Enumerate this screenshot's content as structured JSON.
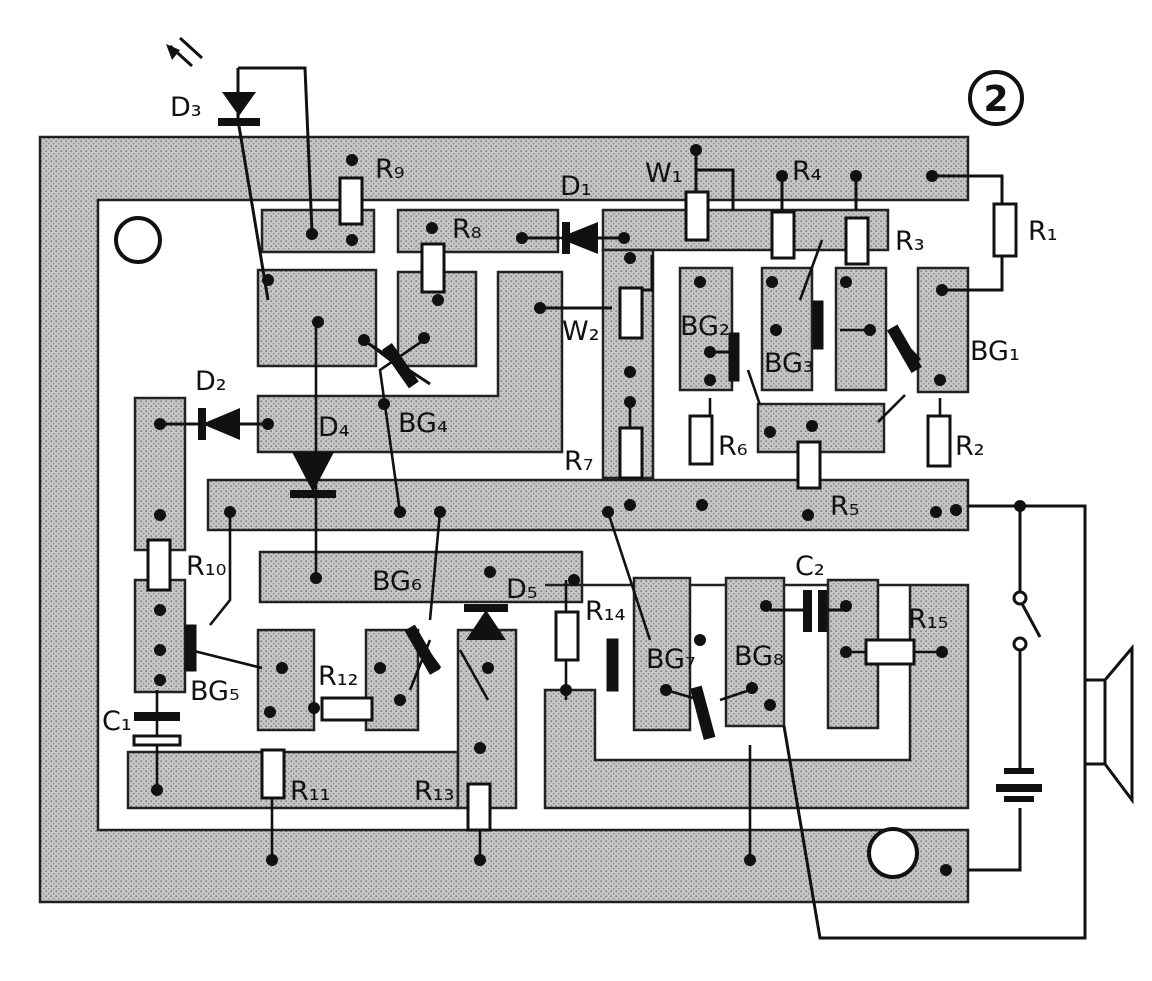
{
  "figure": {
    "number": "2"
  },
  "labels": {
    "D1": "D₁",
    "D2": "D₂",
    "D3": "D₃",
    "D4": "D₄",
    "D5": "D₅",
    "W1": "W₁",
    "W2": "W₂",
    "R1": "R₁",
    "R2": "R₂",
    "R3": "R₃",
    "R4": "R₄",
    "R5": "R₅",
    "R6": "R₆",
    "R7": "R₇",
    "R8": "R₈",
    "R9": "R₉",
    "R10": "R₁₀",
    "R11": "R₁₁",
    "R12": "R₁₂",
    "R13": "R₁₃",
    "R14": "R₁₄",
    "R15": "R₁₅",
    "BG1": "BG₁",
    "BG2": "BG₂",
    "BG3": "BG₃",
    "BG4": "BG₄",
    "BG5": "BG₅",
    "BG6": "BG₆",
    "BG7": "BG₇",
    "BG8": "BG₈",
    "C1": "C₁",
    "C2": "C₂"
  },
  "colors": {
    "copper": "#c9c9c9",
    "ink": "#111111",
    "paper": "#ffffff"
  }
}
